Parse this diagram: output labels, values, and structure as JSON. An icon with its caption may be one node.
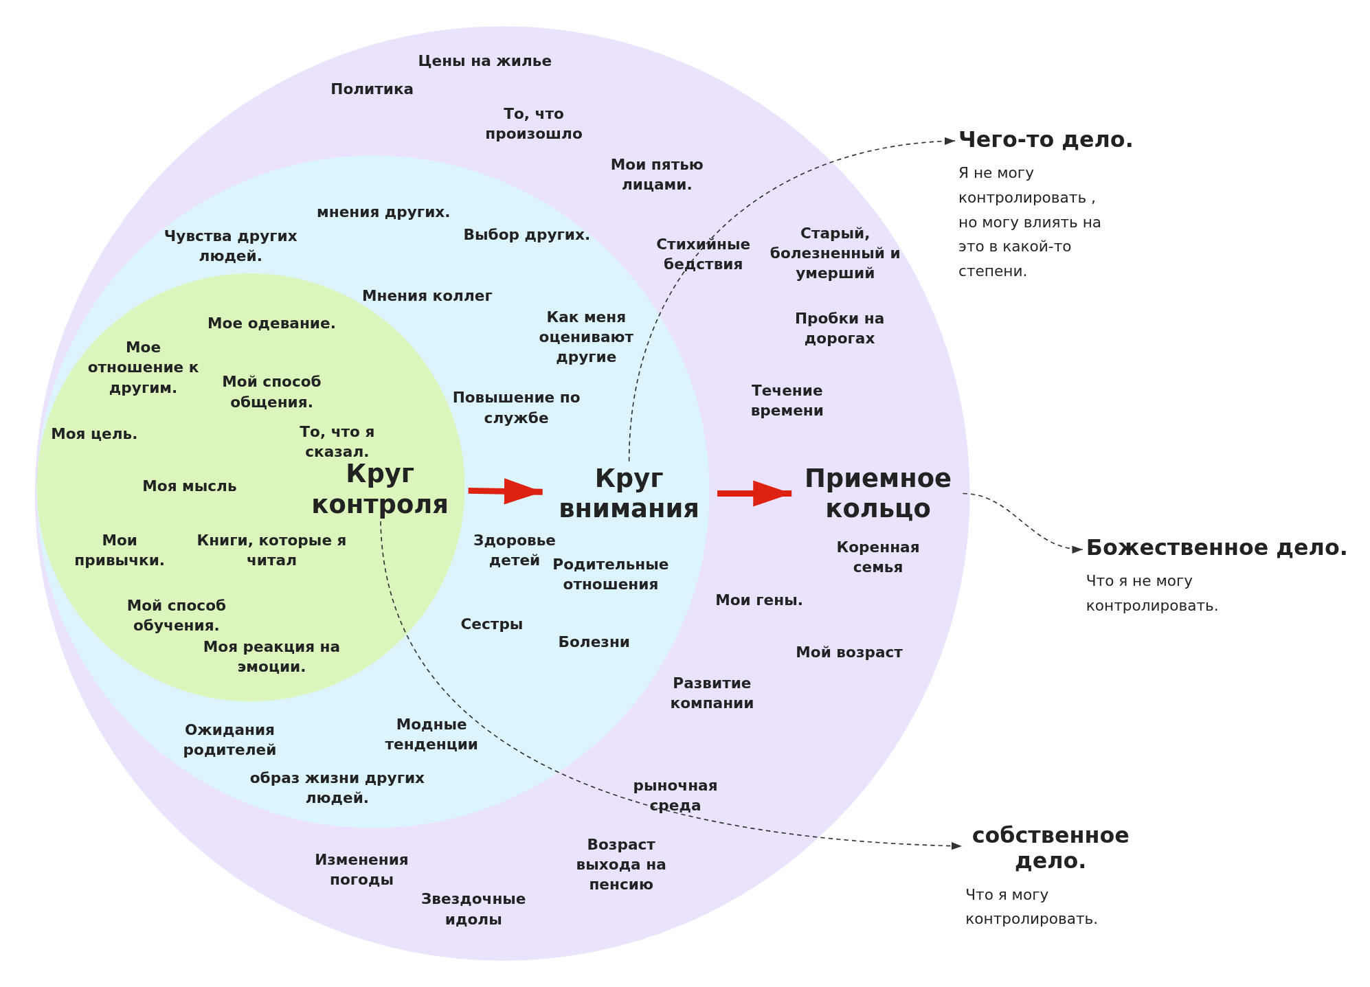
{
  "diagram": {
    "nodes": [
      {
        "text": [],
        "shape": "circle"
      },
      {
        "text": [],
        "shape": "circle",
        "in": 0
      },
      {
        "text": [],
        "shape": "circle",
        "in": 1
      },
      {
        "text": [
          "Круг контроля"
        ],
        "in": 2
      },
      {
        "text": [
          "Круг внимания"
        ],
        "in": 1
      },
      {
        "text": [
          "Приемное кольцо"
        ],
        "in": 0
      },
      {
        "text": [
          "Чего-то дело.",
          "Я не могу контролировать , но могу влиять на это в какой-то степени."
        ]
      },
      {
        "text": [
          "Божественное дело.",
          "Что я не могу контролировать."
        ]
      },
      {
        "text": [
          "собственное дело.",
          "Что я могу контролировать."
        ]
      }
    ],
    "edges": [
      {
        "from": 3,
        "to": 4,
        "arrow": "to",
        "style": "thick",
        "color": "#dd2211"
      },
      {
        "from": 4,
        "to": 5,
        "arrow": "to",
        "style": "thick",
        "color": "#dd2211"
      },
      {
        "from": 4,
        "to": 6,
        "arrow": "to",
        "style": "dashed"
      },
      {
        "from": 5,
        "to": 7,
        "arrow": "to",
        "style": "dashed"
      },
      {
        "from": 3,
        "to": 8,
        "arrow": "to",
        "style": "dashed"
      }
    ],
    "labels": [
      "Цены на жилье",
      "Политика",
      "То, что произошло",
      "Мои пятью лицами.",
      "мнения других.",
      "Чувства других людей.",
      "Выбор других.",
      "Стихийные бедствия",
      "Старый, болезненный и умерший",
      "Мнения коллег",
      "Мое одевание.",
      "Как меня оценивают другие",
      "Пробки на дорогах",
      "Мое отношение к другим.",
      "Мой способ общения.",
      "Течение времени",
      "Повышение по службе",
      "Моя цель.",
      "То, что я сказал.",
      "Моя мысль",
      "Здоровье детей",
      "Мои привычки.",
      "Книги, которые я читал",
      "Коренная семья",
      "Родительные отношения",
      "Мои гены.",
      "Мой способ обучения.",
      "Сестры",
      "Болезни",
      "Моя реакция на эмоции.",
      "Мой возраст",
      "Развитие компании",
      "Модные тенденции",
      "Ожидания родителей",
      "образ жизни других людей.",
      "рыночная среда",
      "Возраст выхода на пенсию",
      "Изменения погоды",
      "Звездочные идолы"
    ]
  }
}
